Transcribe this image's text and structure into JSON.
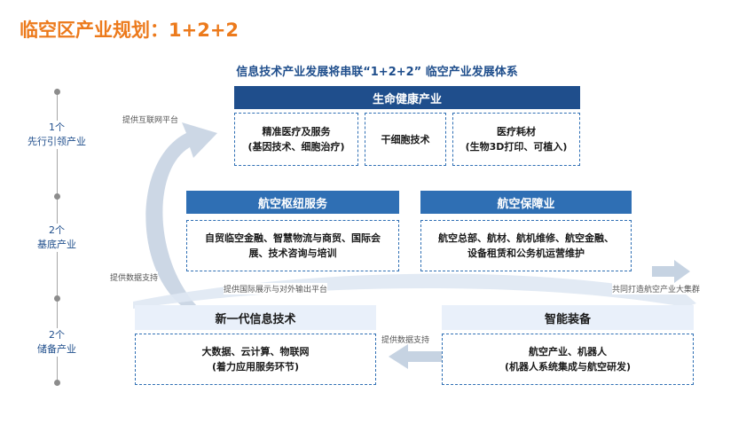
{
  "title": "临空区产业规划：1+2+2",
  "subtitle": "信息技术产业发展将串联“1+2+2” 临空产业发展体系",
  "timeline": [
    {
      "line1": "1个",
      "line2": "先行引领产业"
    },
    {
      "line1": "2个",
      "line2": "基底产业"
    },
    {
      "line1": "2个",
      "line2": "储备产业"
    }
  ],
  "lead": {
    "header": "生命健康产业",
    "cells": [
      {
        "line1": "精准医疗及服务",
        "line2": "(基因技术、细胞治疗)"
      },
      {
        "line1": "干细胞技术",
        "line2": ""
      },
      {
        "line1": "医疗耗材",
        "line2": "(生物3D打印、可植入)"
      }
    ]
  },
  "base": [
    {
      "header": "航空枢纽服务",
      "body1": "自贸临空金融、智慧物流与商贸、国际会",
      "body2": "展、技术咨询与培训"
    },
    {
      "header": "航空保障业",
      "body1": "航空总部、航材、航机维修、航空金融、",
      "body2": "设备租赁和公务机运营维护"
    }
  ],
  "reserve": [
    {
      "header": "新一代信息技术",
      "body1": "大数据、云计算、物联网",
      "body2": "(着力应用服务环节)"
    },
    {
      "header": "智能装备",
      "body1": "航空产业、机器人",
      "body2": "(机器人系统集成与航空研发)"
    }
  ],
  "arrows": {
    "internet_platform": "提供互联网平台",
    "data_support_left": "提供数据支持",
    "intl_platform": "提供国际展示与对外输出平台",
    "aviation_cluster": "共同打造航空产业大集群",
    "data_support_bottom": "提供数据支持"
  },
  "colors": {
    "title": "#ec7a1c",
    "navy": "#1f4e8c",
    "blue": "#2f6fb4",
    "pale": "#e9f0fa",
    "arrow": "#b3c6dc"
  }
}
